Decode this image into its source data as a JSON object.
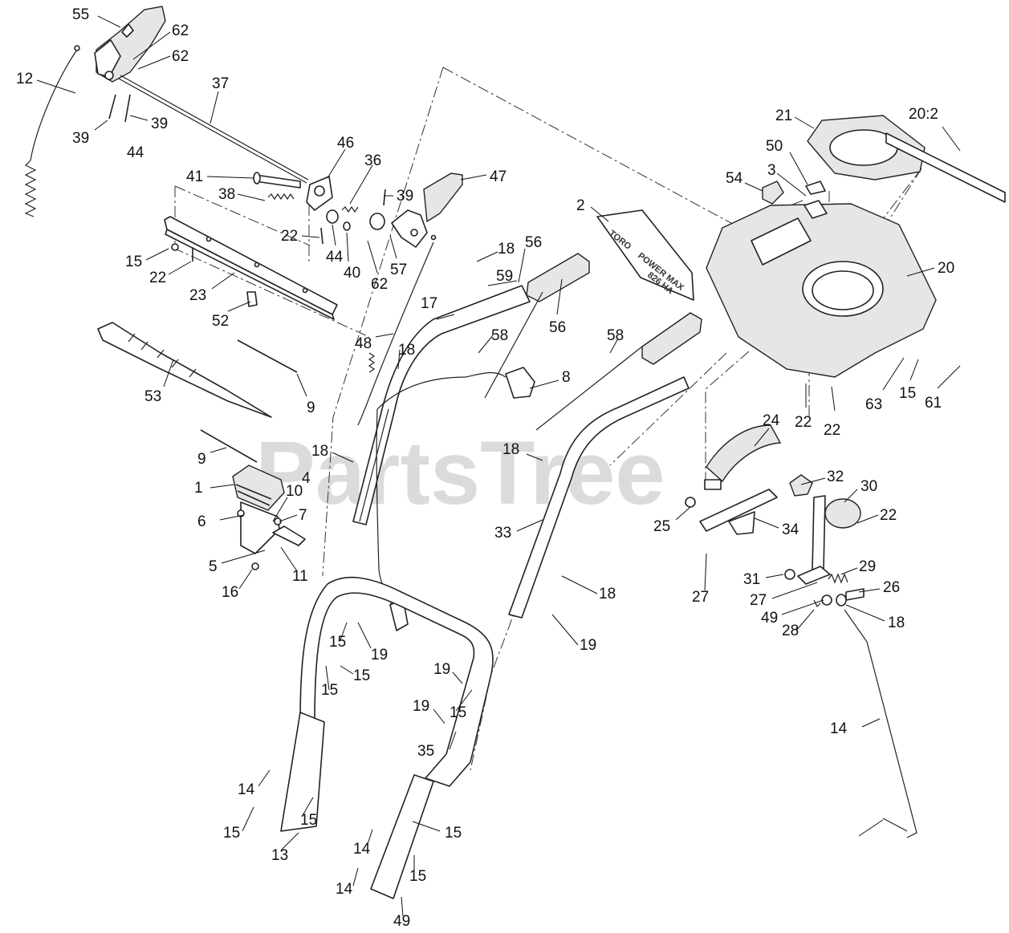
{
  "watermark": "PartsTree",
  "decal": {
    "brand": "TORO",
    "line1": "POWER MAX",
    "line2": "826 HA"
  },
  "callouts": [
    {
      "id": "c55a",
      "text": "55"
    },
    {
      "id": "c62a",
      "text": "62"
    },
    {
      "id": "c62b",
      "text": "62"
    },
    {
      "id": "c12",
      "text": "12"
    },
    {
      "id": "c37",
      "text": "37"
    },
    {
      "id": "c39a",
      "text": "39"
    },
    {
      "id": "c39b",
      "text": "39"
    },
    {
      "id": "c44a",
      "text": "44"
    },
    {
      "id": "c46",
      "text": "46"
    },
    {
      "id": "c36",
      "text": "36"
    },
    {
      "id": "c41",
      "text": "41"
    },
    {
      "id": "c38",
      "text": "38"
    },
    {
      "id": "c39c",
      "text": "39"
    },
    {
      "id": "c47",
      "text": "47"
    },
    {
      "id": "c22a",
      "text": "22"
    },
    {
      "id": "c44b",
      "text": "44"
    },
    {
      "id": "c40",
      "text": "40"
    },
    {
      "id": "c62c",
      "text": "62"
    },
    {
      "id": "c57",
      "text": "57"
    },
    {
      "id": "c15a",
      "text": "15"
    },
    {
      "id": "c22b",
      "text": "22"
    },
    {
      "id": "c23",
      "text": "23"
    },
    {
      "id": "c52",
      "text": "52"
    },
    {
      "id": "c53",
      "text": "53"
    },
    {
      "id": "c9a",
      "text": "9"
    },
    {
      "id": "c9b",
      "text": "9"
    },
    {
      "id": "c48",
      "text": "48"
    },
    {
      "id": "c18a",
      "text": "18"
    },
    {
      "id": "c17",
      "text": "17"
    },
    {
      "id": "c18b",
      "text": "18"
    },
    {
      "id": "c56a",
      "text": "56"
    },
    {
      "id": "c59",
      "text": "59"
    },
    {
      "id": "c56b",
      "text": "56"
    },
    {
      "id": "c58a",
      "text": "58"
    },
    {
      "id": "c8",
      "text": "8"
    },
    {
      "id": "c58b",
      "text": "58"
    },
    {
      "id": "c2",
      "text": "2"
    },
    {
      "id": "c21",
      "text": "21"
    },
    {
      "id": "c20_2",
      "text": "20:2"
    },
    {
      "id": "c50",
      "text": "50"
    },
    {
      "id": "c54",
      "text": "54"
    },
    {
      "id": "c3",
      "text": "3"
    },
    {
      "id": "c20",
      "text": "20"
    },
    {
      "id": "c63",
      "text": "63"
    },
    {
      "id": "c15b",
      "text": "15"
    },
    {
      "id": "c61",
      "text": "61"
    },
    {
      "id": "c22c",
      "text": "22"
    },
    {
      "id": "c22d",
      "text": "22"
    },
    {
      "id": "c24",
      "text": "24"
    },
    {
      "id": "c18c",
      "text": "18"
    },
    {
      "id": "c18d",
      "text": "18"
    },
    {
      "id": "c4",
      "text": "4"
    },
    {
      "id": "c1",
      "text": "1"
    },
    {
      "id": "c10",
      "text": "10"
    },
    {
      "id": "c6",
      "text": "6"
    },
    {
      "id": "c7",
      "text": "7"
    },
    {
      "id": "c5",
      "text": "5"
    },
    {
      "id": "c11",
      "text": "11"
    },
    {
      "id": "c16",
      "text": "16"
    },
    {
      "id": "c33",
      "text": "33"
    },
    {
      "id": "c32",
      "text": "32"
    },
    {
      "id": "c30",
      "text": "30"
    },
    {
      "id": "c25",
      "text": "25"
    },
    {
      "id": "c34",
      "text": "34"
    },
    {
      "id": "c22e",
      "text": "22"
    },
    {
      "id": "c27a",
      "text": "27"
    },
    {
      "id": "c31",
      "text": "31"
    },
    {
      "id": "c29",
      "text": "29"
    },
    {
      "id": "c26",
      "text": "26"
    },
    {
      "id": "c27b",
      "text": "27"
    },
    {
      "id": "c49a",
      "text": "49"
    },
    {
      "id": "c28",
      "text": "28"
    },
    {
      "id": "c18e",
      "text": "18"
    },
    {
      "id": "c18f",
      "text": "18"
    },
    {
      "id": "c19a",
      "text": "19"
    },
    {
      "id": "c15c",
      "text": "15"
    },
    {
      "id": "c19b",
      "text": "19"
    },
    {
      "id": "c15d",
      "text": "15"
    },
    {
      "id": "c15e",
      "text": "15"
    },
    {
      "id": "c19c",
      "text": "19"
    },
    {
      "id": "c15f",
      "text": "15"
    },
    {
      "id": "c19d",
      "text": "19"
    },
    {
      "id": "c35",
      "text": "35"
    },
    {
      "id": "c14a",
      "text": "14"
    },
    {
      "id": "c14b",
      "text": "14"
    },
    {
      "id": "c15g",
      "text": "15"
    },
    {
      "id": "c15h",
      "text": "15"
    },
    {
      "id": "c13",
      "text": "13"
    },
    {
      "id": "c15i",
      "text": "15"
    },
    {
      "id": "c14c",
      "text": "14"
    },
    {
      "id": "c15j",
      "text": "15"
    },
    {
      "id": "c14d",
      "text": "14"
    },
    {
      "id": "c49b",
      "text": "49"
    }
  ]
}
